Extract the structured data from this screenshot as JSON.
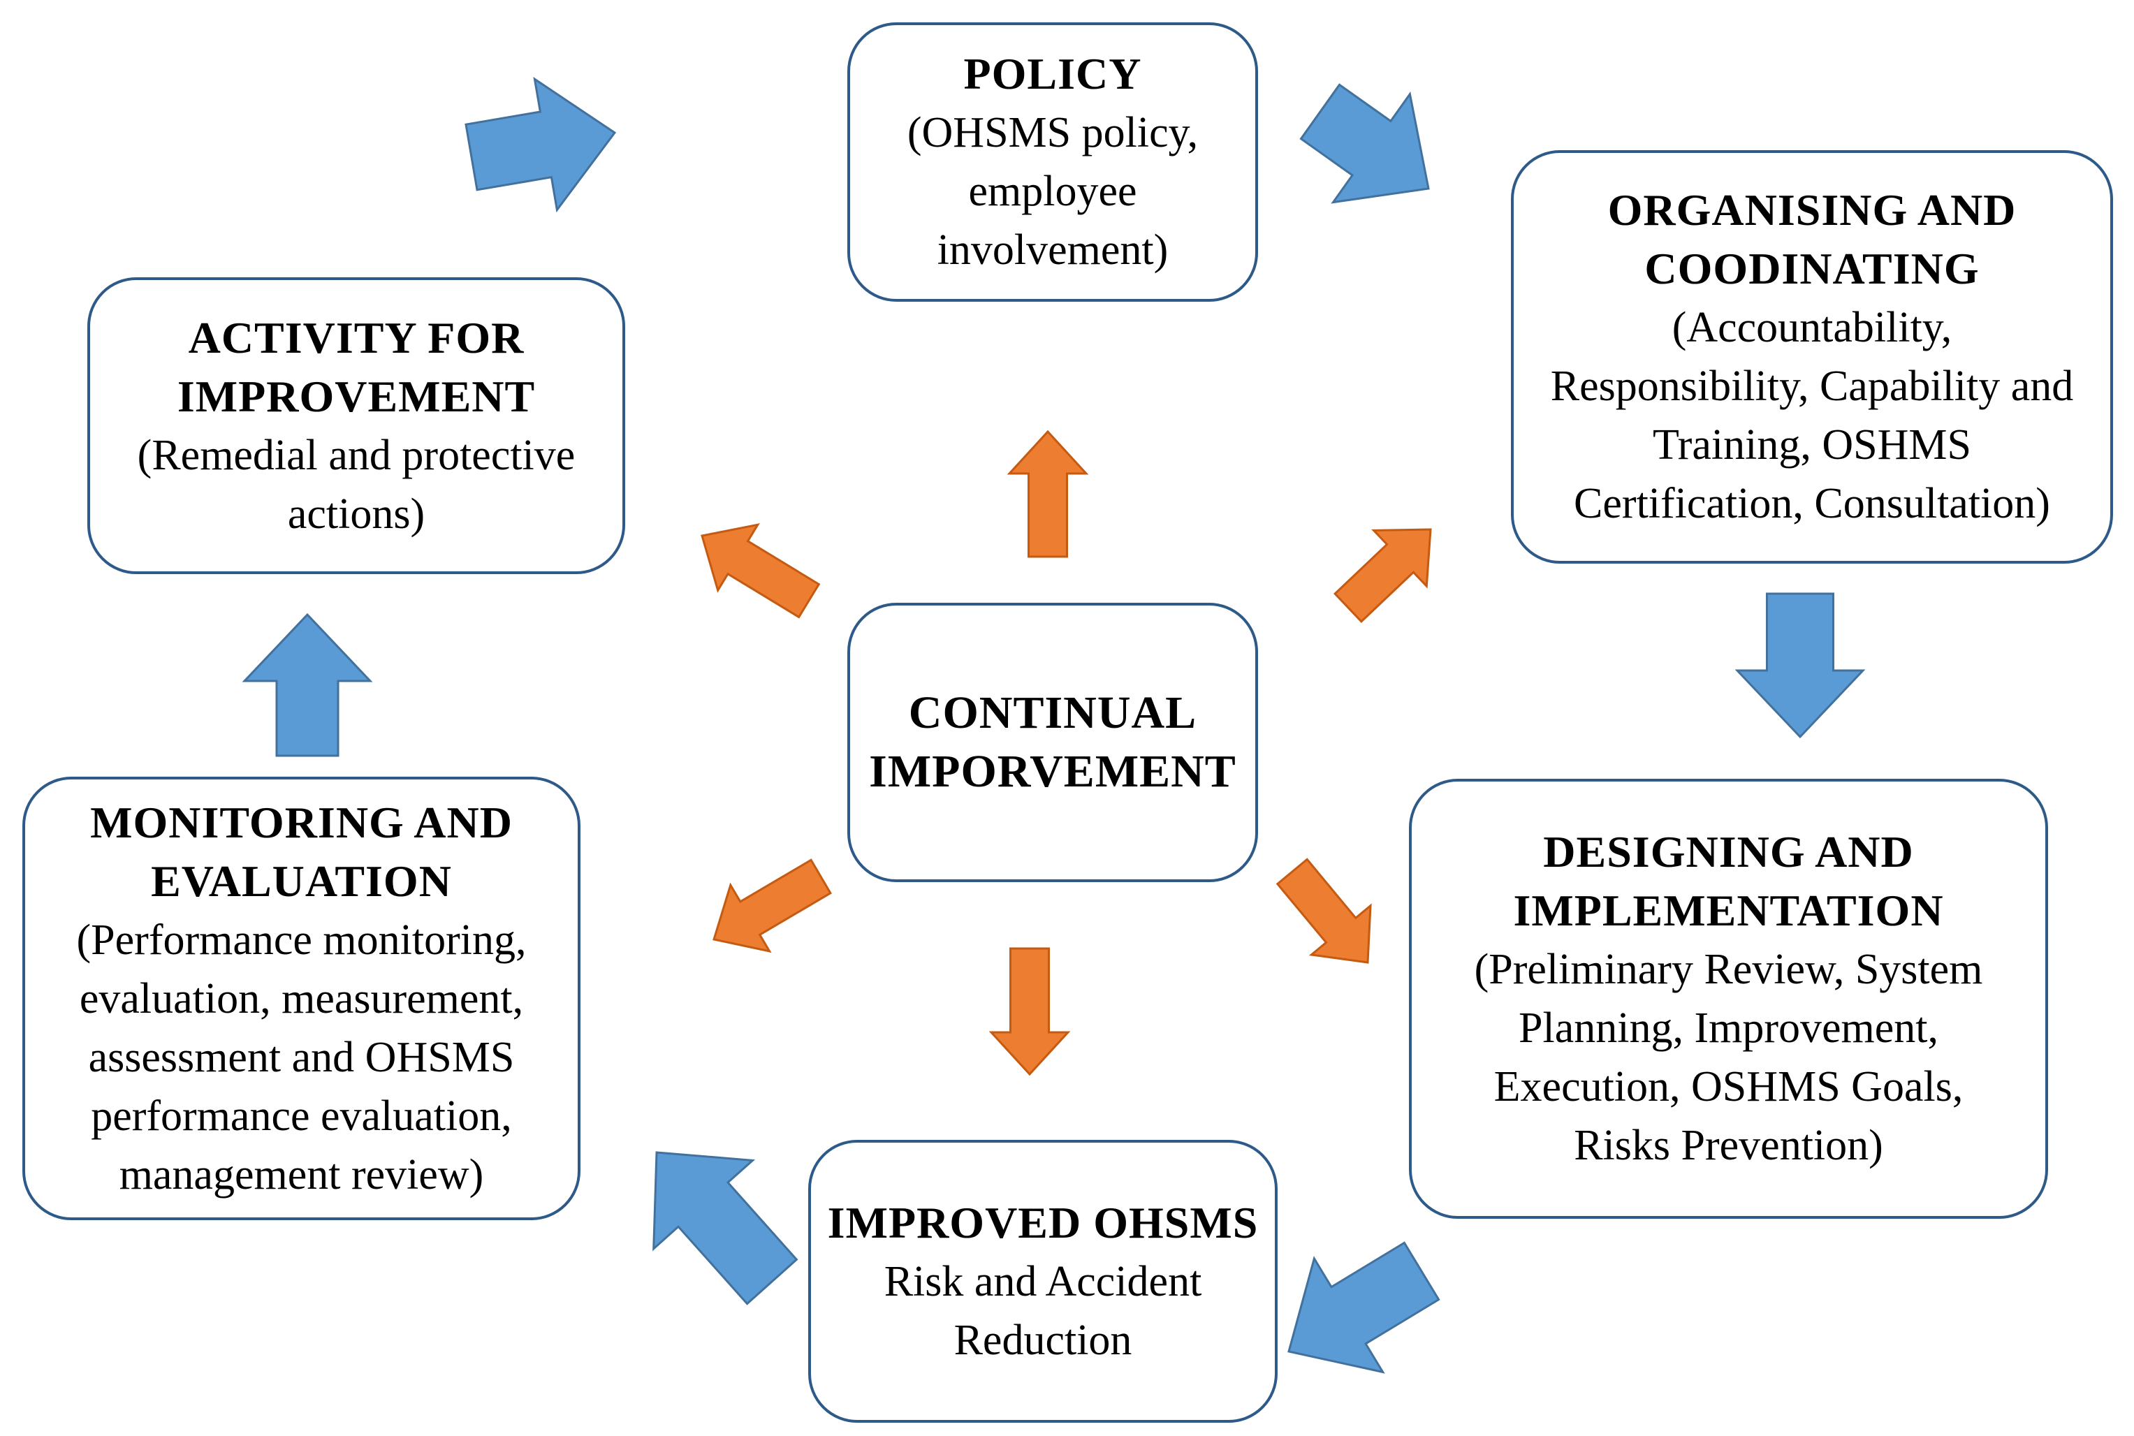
{
  "colors": {
    "box_border": "#2e5a8a",
    "cycle_arrow": "#5b9bd5",
    "radial_arrow": "#ed7d31"
  },
  "nodes": {
    "policy": {
      "title": "POLICY",
      "desc": "(OHSMS policy,\nemployee\ninvolvement)"
    },
    "organising": {
      "title": "ORGANISING AND\nCOODINATING",
      "desc": "(Accountability,\nResponsibility, Capability and\nTraining, OSHMS\nCertification, Consultation)"
    },
    "designing": {
      "title": "DESIGNING AND\nIMPLEMENTATION",
      "desc": "(Preliminary Review, System\nPlanning, Improvement,\nExecution, OSHMS Goals,\nRisks Prevention)"
    },
    "improved": {
      "title": "IMPROVED OHSMS",
      "desc": "Risk and Accident\nReduction"
    },
    "monitoring": {
      "title": "MONITORING AND\nEVALUATION",
      "desc": "(Performance monitoring,\nevaluation, measurement,\nassessment and OHSMS\nperformance evaluation,\nmanagement review)"
    },
    "activity": {
      "title": "ACTIVITY FOR\nIMPROVEMENT",
      "desc": "(Remedial and protective\nactions)"
    },
    "center": {
      "title": "CONTINUAL\nIMPORVEMENT"
    }
  }
}
